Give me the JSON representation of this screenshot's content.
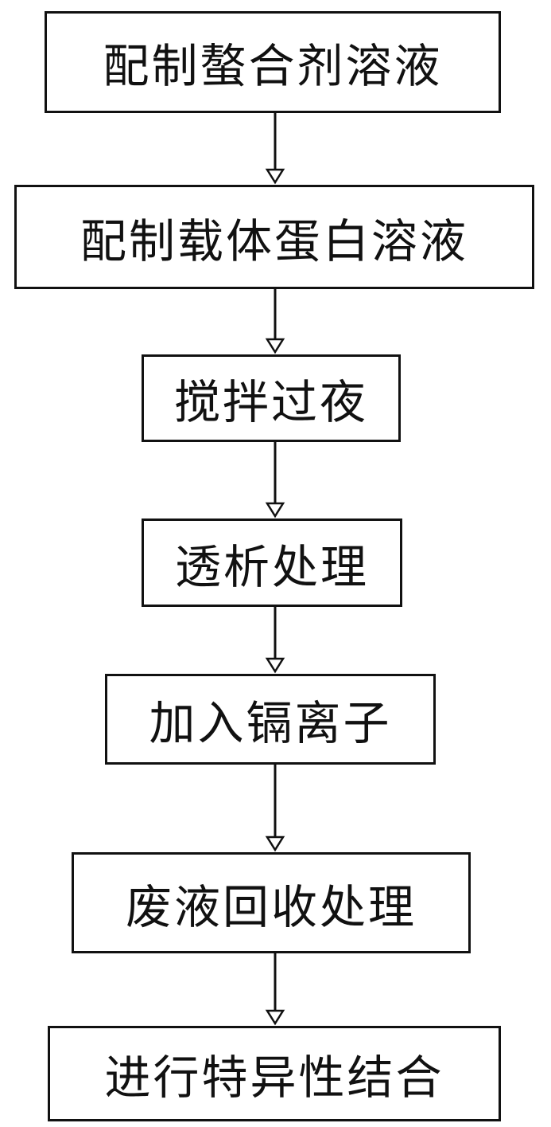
{
  "steps": [
    {
      "id": "s1",
      "label": "配制螯合剂溶液"
    },
    {
      "id": "s2",
      "label": "配制载体蛋白溶液"
    },
    {
      "id": "s3",
      "label": "搅拌过夜"
    },
    {
      "id": "s4",
      "label": "透析处理"
    },
    {
      "id": "s5",
      "label": "加入镉离子"
    },
    {
      "id": "s6",
      "label": "废液回收处理"
    },
    {
      "id": "s7",
      "label": "进行特异性结合"
    }
  ],
  "edges": [
    {
      "from": "s1",
      "to": "s2"
    },
    {
      "from": "s2",
      "to": "s3"
    },
    {
      "from": "s3",
      "to": "s4"
    },
    {
      "from": "s4",
      "to": "s5"
    },
    {
      "from": "s5",
      "to": "s6"
    },
    {
      "from": "s6",
      "to": "s7"
    }
  ],
  "colors": {
    "line": "#111111",
    "box_border": "#111111",
    "text": "#111111",
    "background": "#ffffff"
  }
}
